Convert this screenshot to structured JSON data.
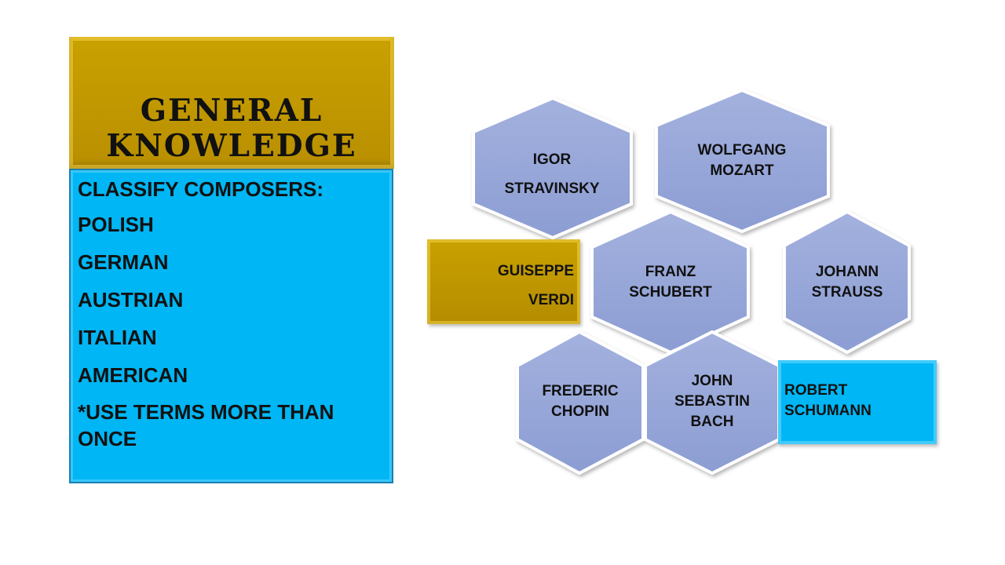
{
  "title": {
    "line1": "GENERAL",
    "line2": "KNOWLEDGE"
  },
  "list": {
    "heading": "CLASSIFY COMPOSERS:",
    "items": [
      "POLISH",
      "GERMAN",
      "AUSTRIAN",
      "ITALIAN",
      "AMERICAN"
    ],
    "note_line1": "*USE TERMS MORE THAN",
    "note_line2": "ONCE"
  },
  "composers": {
    "stravinsky": [
      "IGOR",
      "STRAVINSKY"
    ],
    "mozart": [
      "WOLFGANG",
      "MOZART"
    ],
    "verdi": [
      "GUISEPPE",
      "VERDI"
    ],
    "schubert": [
      "FRANZ",
      "SCHUBERT"
    ],
    "strauss": [
      "JOHANN",
      "STRAUSS"
    ],
    "chopin": [
      "FREDERIC",
      "CHOPIN"
    ],
    "bach": [
      "JOHN",
      "SEBASTIN",
      "BACH"
    ],
    "schumann": [
      "ROBERT",
      "SCHUMANN"
    ]
  },
  "colors": {
    "gold": "#c09600",
    "blue": "#00b6f4",
    "hex_fill": "#97a7d8",
    "hex_border": "#ffffff"
  }
}
